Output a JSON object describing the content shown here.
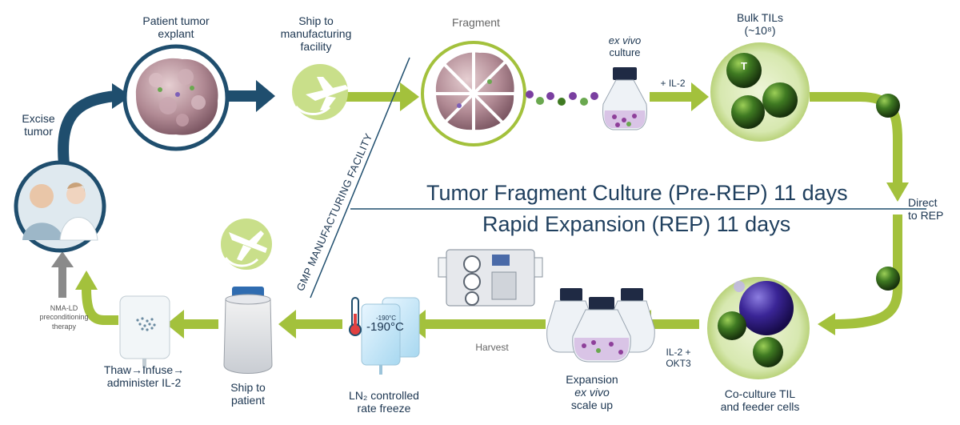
{
  "steps": {
    "excise": "Excise\ntumor",
    "explant": "Patient tumor\nexplant",
    "ship_mfg": "Ship to\nmanufacturing\nfacility",
    "fragment": "Fragment",
    "culture_italic": "ex vivo",
    "culture": "culture",
    "il2": "+ IL-2",
    "bulk_title": "Bulk TILs",
    "bulk_count": "(~10⁸)",
    "t_cell": "T",
    "direct_rep": "Direct\nto REP",
    "coculture": "Co-culture TIL\nand feeder cells",
    "il2_okt3": "IL-2 +\nOKT3",
    "expansion": "Expansion",
    "expansion_italic": "ex vivo",
    "scale_up": "scale up",
    "harvest": "Harvest",
    "freeze": "LN₂ controlled\nrate freeze",
    "ship_patient": "Ship to\npatient",
    "infuse": "Thaw→Infuse→\nadminister IL-2",
    "nma": "NMA-LD\npreconditioning\ntherapy"
  },
  "thermometer": {
    "big": "-190°C",
    "small": "-190°C"
  },
  "facility_label": "GMP MANUFACTURING FACILITY",
  "phases": {
    "pre_rep": "Tumor Fragment Culture (Pre-REP) 11 days",
    "rep": "Rapid Expansion (REP) 11 days"
  },
  "colors": {
    "navy": "#1f4e6e",
    "green_arrow": "#a3c13c",
    "light_green": "#c9df8a",
    "tumor": "#b8929c",
    "til_green": "#2f5e1f",
    "feeder_purple": "#4b2a8e"
  }
}
